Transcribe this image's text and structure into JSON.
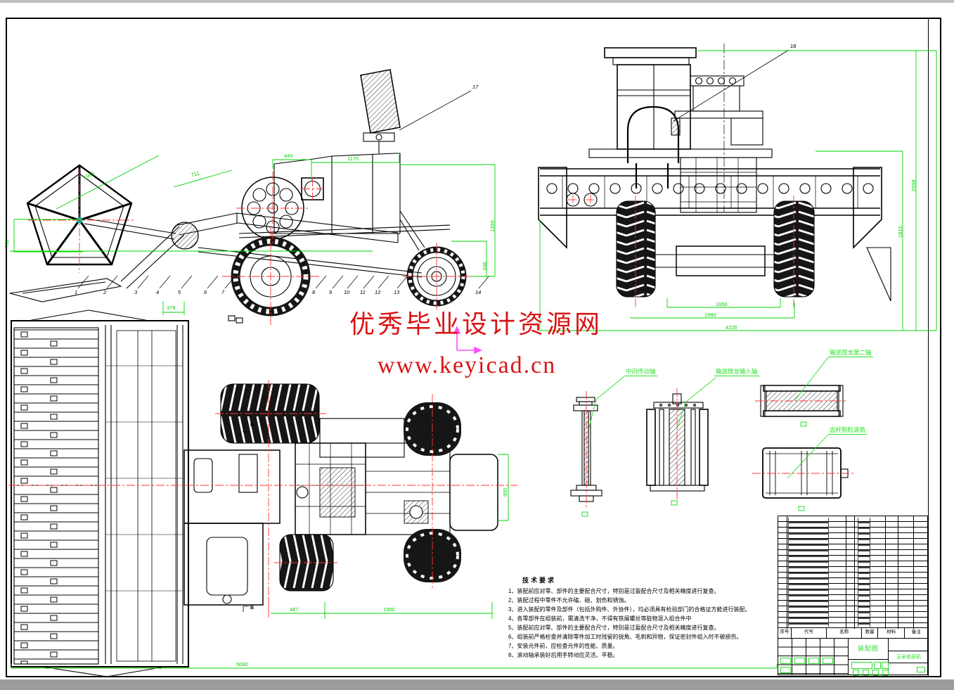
{
  "watermark": {
    "line1": "优秀毕业设计资源网",
    "line2": "www.keyicad.cn"
  },
  "side_view": {
    "dims": {
      "d1065": "1065",
      "d711_slant": "711",
      "d440": "440",
      "d1170": "1170",
      "d1399": "1399",
      "d336": "336",
      "d711_left": "711",
      "d378": "378"
    },
    "balloons": [
      "1",
      "2",
      "3",
      "4",
      "5",
      "6",
      "7",
      "8",
      "9",
      "10",
      "11",
      "12",
      "13",
      "14"
    ],
    "item17": "17"
  },
  "front_view": {
    "dims": {
      "d1650": "1650",
      "d1980": "1980",
      "d4225": "4225",
      "d2958": "2958",
      "d1810": "1810"
    },
    "item18": "18"
  },
  "top_view": {
    "dims": {
      "d487": "487",
      "d1950": "1950",
      "d5080": "5080",
      "d900": "900"
    },
    "section_label": "B"
  },
  "details": {
    "labels": [
      "中间传动轴",
      "输送搅龙输入轴",
      "输送搅龙第二轴",
      "齿杆脱粒滚筒"
    ]
  },
  "tech_requirements": {
    "title": "技术要求",
    "lines": [
      "1、装配前应对零、部件的主要配合尺寸，特别是过盈配合尺寸及相关精度进行复查。",
      "2、装配过程中零件不允许磕、碰、划伤和锈蚀。",
      "3、进入装配的零件及部件（包括外购件、外协件），均必须具有检验部门的合格证方能进行装配。",
      "4、各零部件在组装前，需清洗干净，不得有铁屑螺丝等脏物混入组合件中",
      "5、装配前应对零、部件的主要配合尺寸，特别是过盈配合尺寸及相关精度进行复查。",
      "6、组装前严格检查并清除零件加工时残留的锐角、毛刺和异物，保证密封件组入时不被损伤。",
      "7、安装元件前，应检查元件的性能、质量。",
      "8、滚动轴承装好后用手转动应灵活、平稳。"
    ]
  },
  "title_block": {
    "bom_headers": [
      "序号",
      "代号",
      "名称",
      "数量",
      "材料",
      "备注"
    ],
    "drawing_name": "装配图",
    "product_name": "玉米收获机"
  }
}
